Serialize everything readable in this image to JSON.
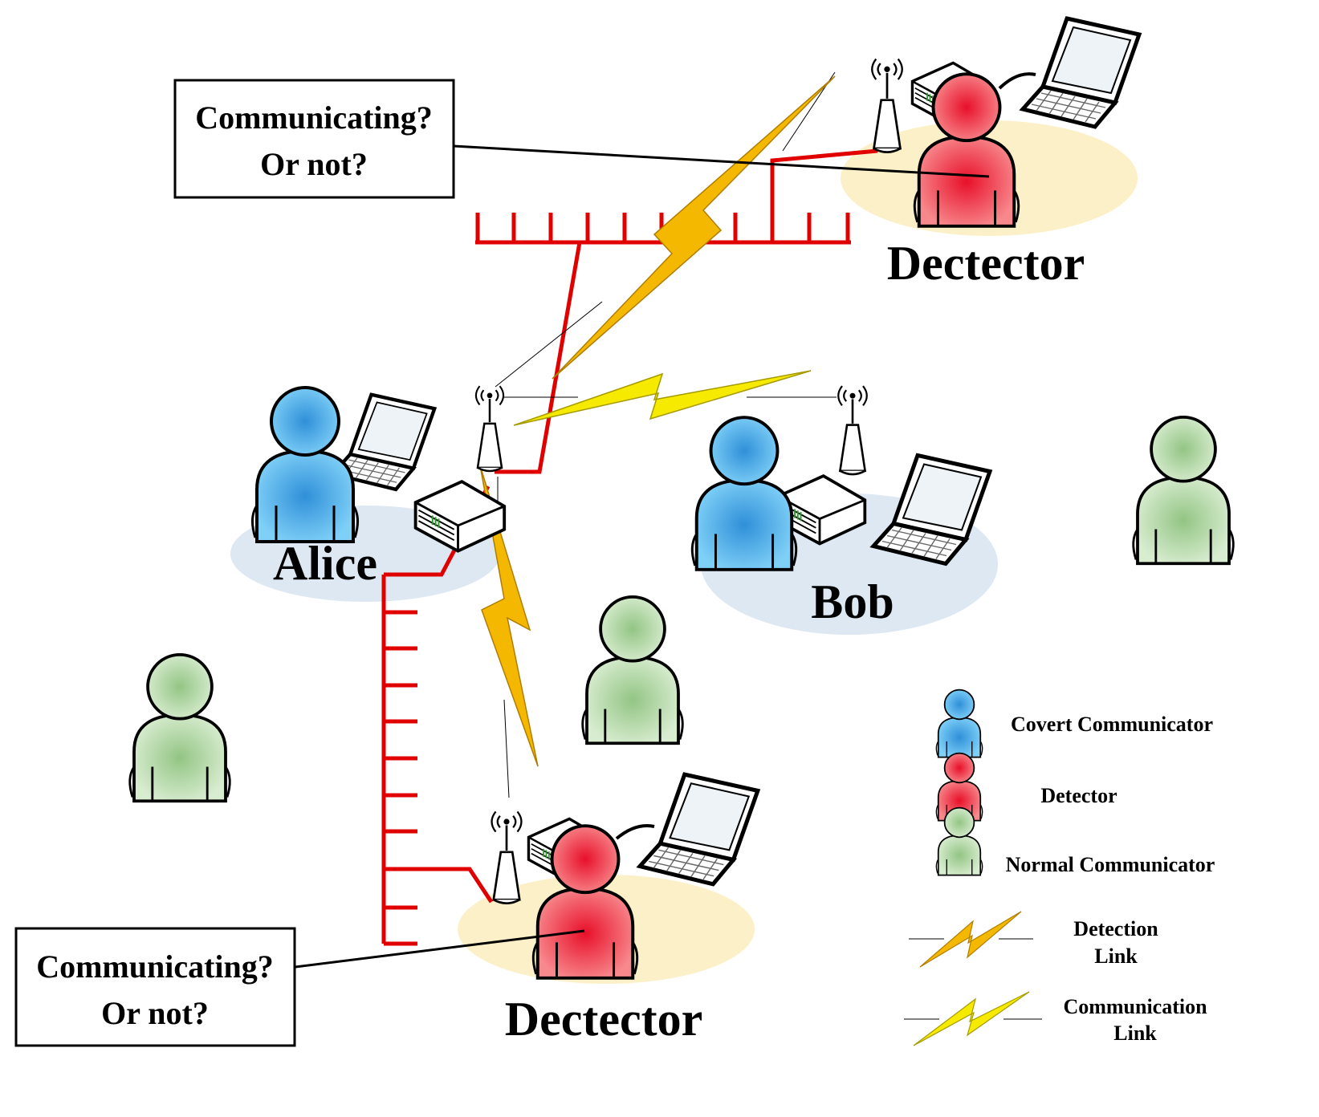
{
  "callouts": {
    "top": {
      "line1": "Communicating?",
      "line2": "Or not?"
    },
    "bottom": {
      "line1": "Communicating?",
      "line2": "Or not?"
    }
  },
  "names": {
    "detector_top": "Dectector",
    "detector_bottom": "Dectector",
    "alice": "Alice",
    "bob": "Bob"
  },
  "legend": {
    "covert": "Covert Communicator",
    "detector": "Detector",
    "normal": "Normal Communicator",
    "detection_link_1": "Detection",
    "detection_link_2": "Link",
    "communication_link_1": "Communication",
    "communication_link_2": "Link"
  },
  "colors": {
    "covert_blue": "#3aa6e6",
    "detector_red": "#e8343a",
    "normal_green": "#a8cf9a",
    "detection_link": "#f5b800",
    "communication_link": "#f6ea00",
    "antenna_array": "#e00000",
    "disc_yellow": "#fbf0c8",
    "disc_blue": "#dde8f3"
  }
}
